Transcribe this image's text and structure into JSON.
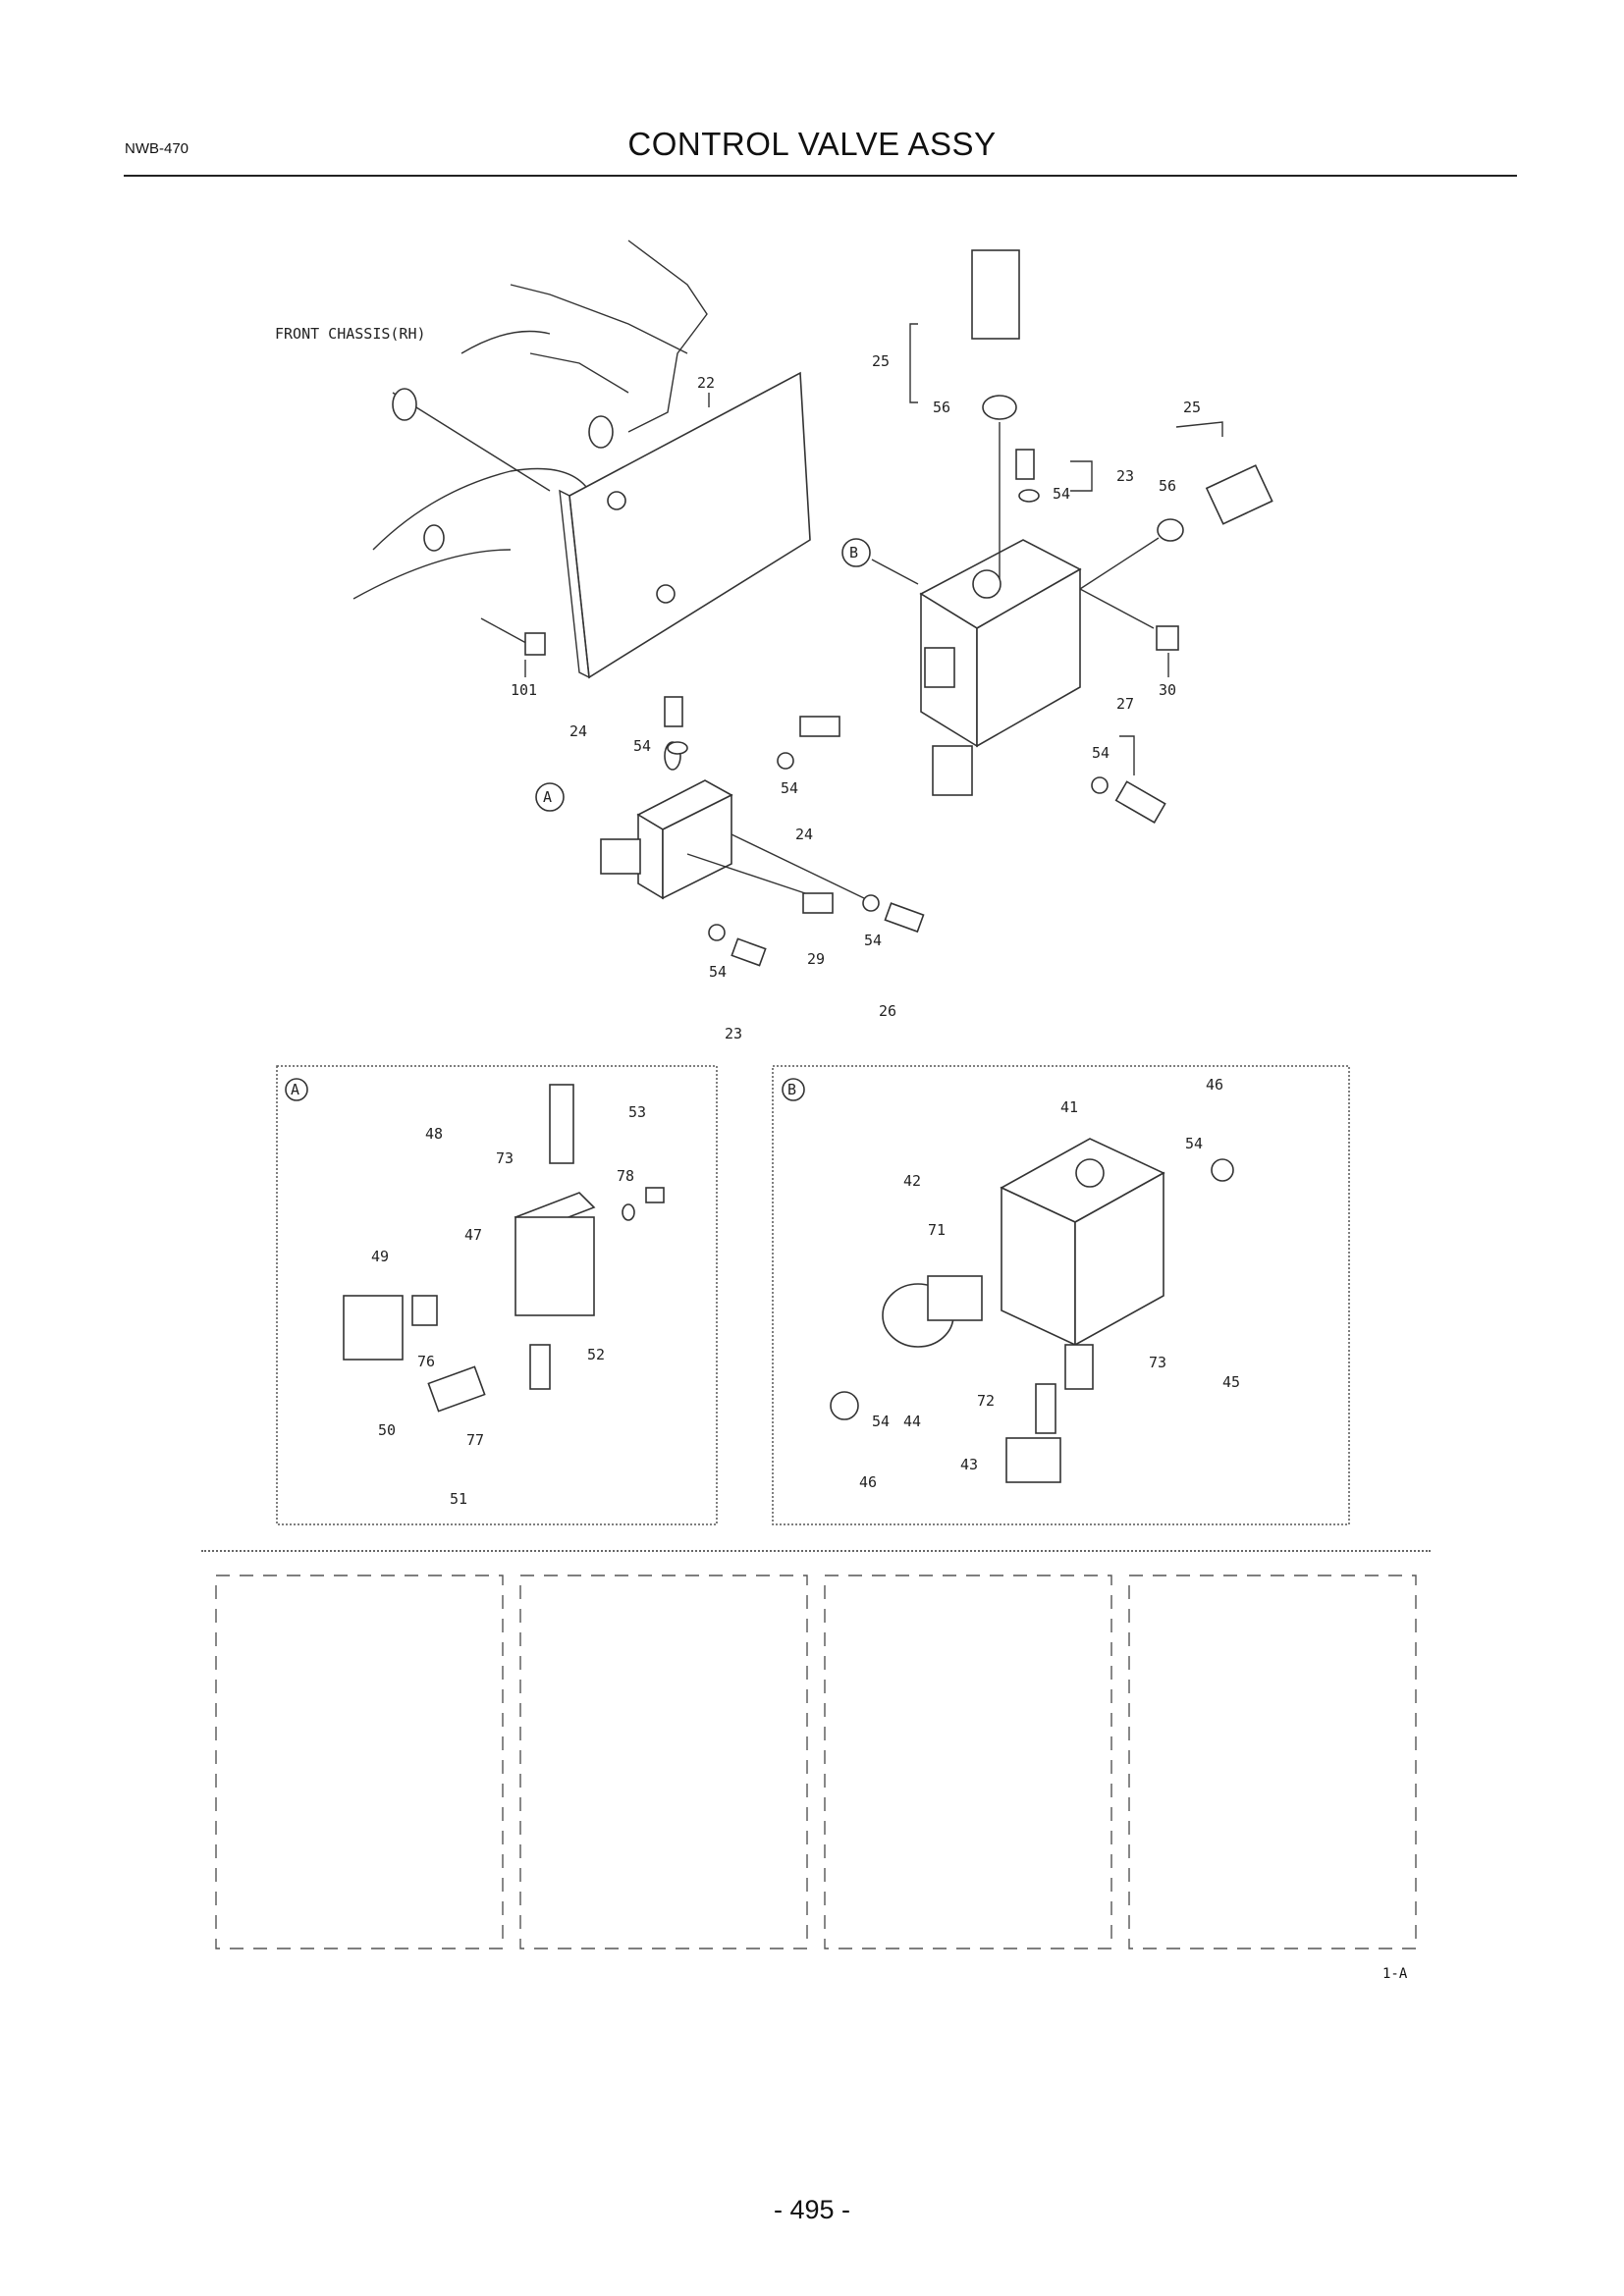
{
  "header": {
    "code": "NWB-470",
    "title": "CONTROL VALVE ASSY"
  },
  "diagram": {
    "front_chassis": "FRONT CHASSIS(RH)",
    "callouts": {
      "a": "A",
      "b": "B"
    },
    "main_labels": [
      "22",
      "25",
      "56",
      "25",
      "56",
      "23",
      "54",
      "101",
      "B",
      "30",
      "27",
      "54",
      "24",
      "54",
      "54",
      "24",
      "A",
      "29",
      "54",
      "26",
      "54",
      "23"
    ],
    "detail_a_labels": [
      "A",
      "48",
      "73",
      "53",
      "78",
      "47",
      "49",
      "76",
      "52",
      "50",
      "77",
      "51"
    ],
    "detail_b_labels": [
      "B",
      "41",
      "46",
      "54",
      "42",
      "71",
      "73",
      "45",
      "72",
      "44",
      "54",
      "46",
      "43"
    ]
  },
  "footer": {
    "ref": "1-A",
    "page_number": "- 495 -"
  }
}
